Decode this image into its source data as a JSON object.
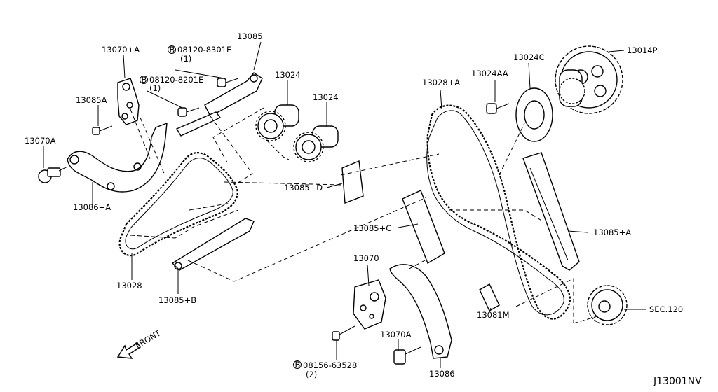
{
  "labels": {
    "l13070pa": "13070+A",
    "b8301e": "08120-8301E",
    "b8301e_qty": "(1)",
    "l13085": "13085",
    "b8201e": "08120-8201E",
    "b8201e_qty": "(1)",
    "l13024a": "13024",
    "l13024b": "13024",
    "l13085a": "13085A",
    "l13070a_left": "13070A",
    "l13086pa": "13086+A",
    "l13085pd": "13085+D",
    "l13028": "13028",
    "l13085pb": "13085+B",
    "l13028pa": "13028+A",
    "l13024aa": "13024AA",
    "l13024c": "13024C",
    "l13014p": "13014P",
    "l13085pc": "13085+C",
    "l13085pa": "13085+A",
    "l13070": "13070",
    "l13081m": "13081M",
    "sec120": "SEC.120",
    "l13070a_bottom": "13070A",
    "b63528": "08156-63528",
    "b63528_qty": "(2)",
    "l13086": "13086",
    "front": "FRONT",
    "diagram_ref": "J13001NV"
  },
  "bolt_marker": "B",
  "icons": [
    "front-arrow-icon",
    "bolt-circle-b-icon"
  ]
}
